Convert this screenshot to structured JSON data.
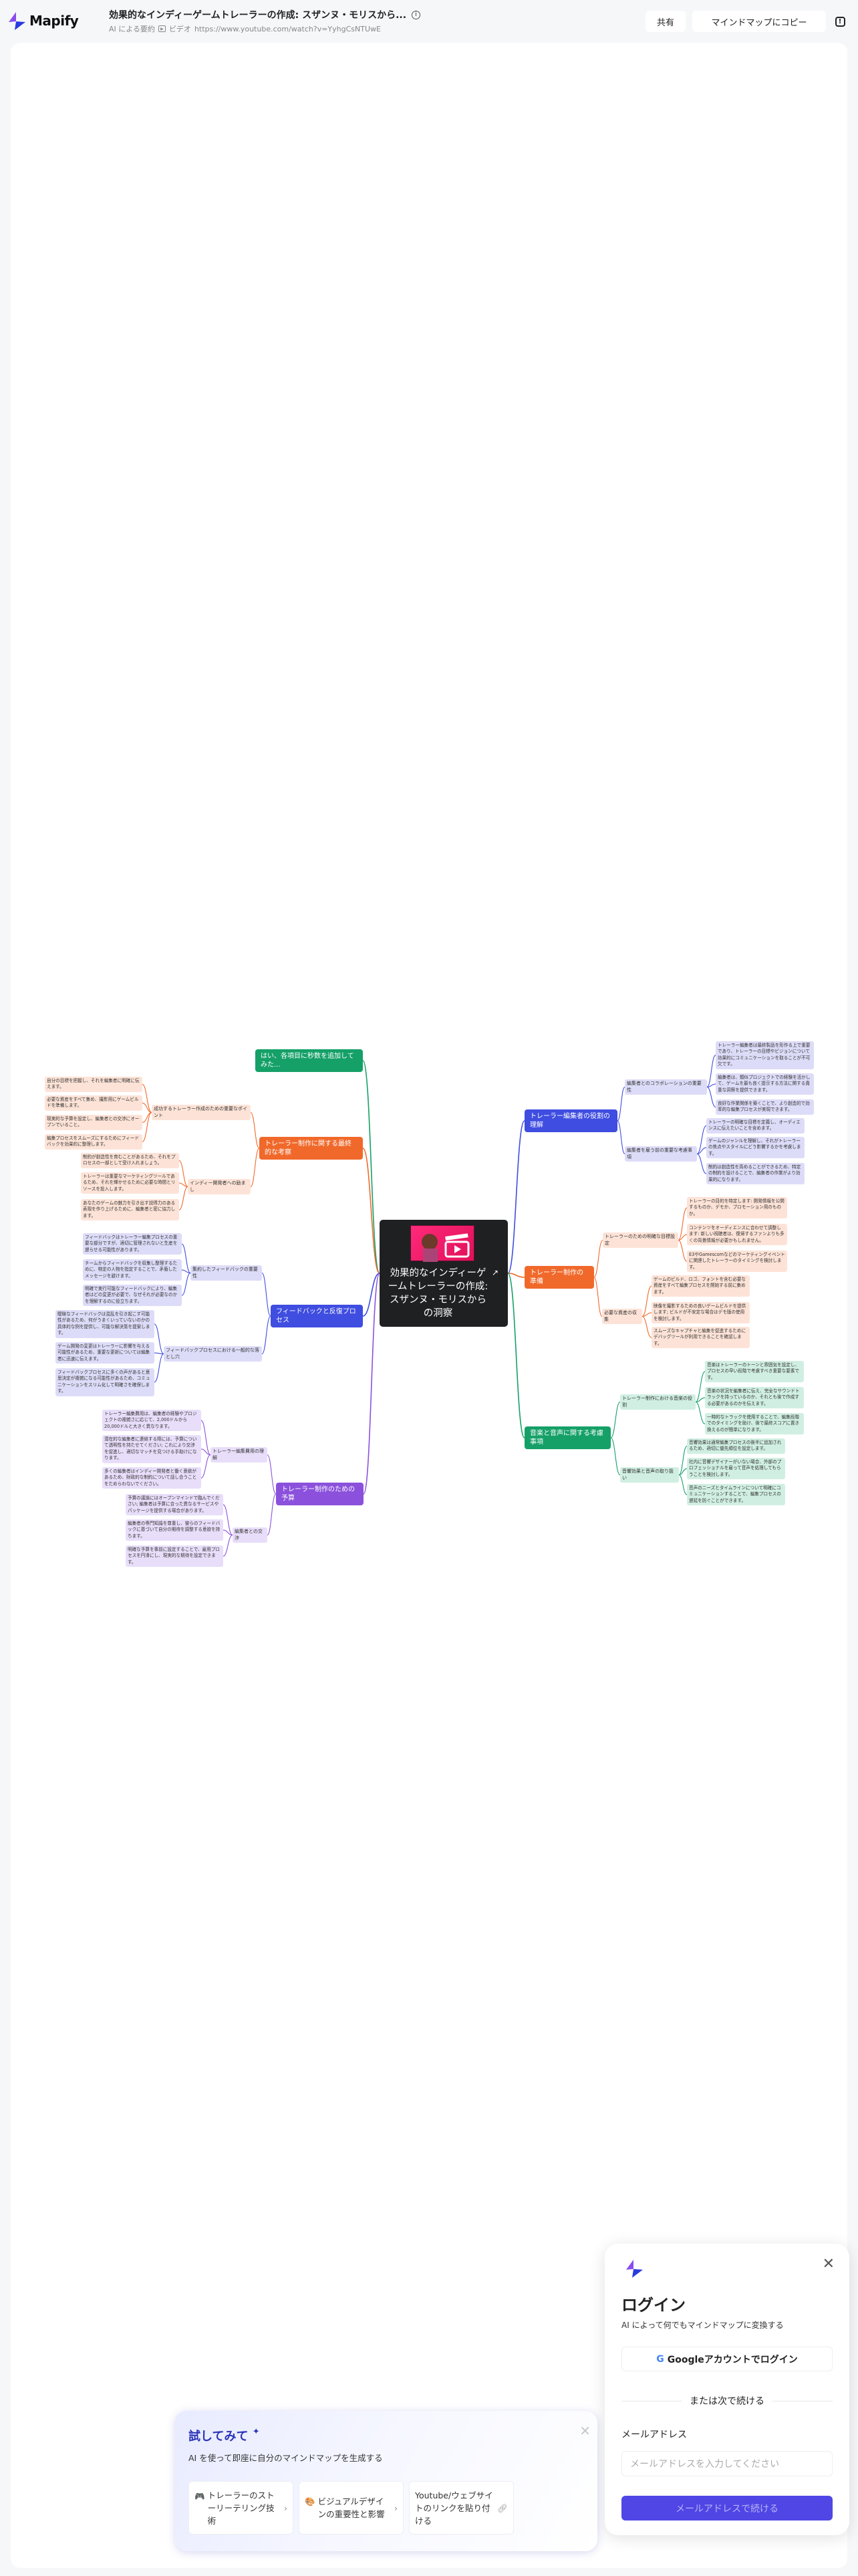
{
  "header": {
    "brand": "Mapify",
    "title": "効果的なインディーゲームトレーラーの作成: スザンヌ・モリスから...",
    "info_icon": "i",
    "summary_label": "AI による要約",
    "source_type": "ビデオ",
    "source_url": "https://www.youtube.com/watch?v=YyhgCsNTUwE",
    "share_label": "共有",
    "copy_label": "マインドマップにコピー",
    "feedback_icon": "!"
  },
  "mindmap": {
    "center": "効果的なインディーゲームトレーラーの作成: スザンヌ・モリスからの洞察",
    "colors": {
      "orange": "#f0692b",
      "blue": "#3f4de0",
      "green": "#15a068",
      "purple": "#8b51dc"
    },
    "left": [
      {
        "label": "はい、各項目に秒数を追加してみた..."
      },
      {
        "label": "トレーラー制作に関する最終的な考察",
        "subs": [
          {
            "label": "成功するトレーラー作成のための重要なポイント",
            "leaves": [
              "自分の目標を把握し、それを編集者に明確に伝えます。",
              "必要な資産をすべて集め、撮影用にゲームビルドを準備します。",
              "現実的な予算を設定し、編集者との交渉にオープンでいること。",
              "編集プロセスをスムーズにするためにフィードバックを効果的に整理します。"
            ]
          },
          {
            "label": "インディー開発者への励まし",
            "leaves": [
              "制約が創造性を育むことがあるため、それをプロセスの一部として受け入れましょう。",
              "トレーラーは重要なマーケティングツールであるため、それを輝かせるために必要な時間とリソースを投入します。",
              "あなたのゲームの魅力を引き出す説得力のある表現を作り上げるために、編集者と密に協力します。"
            ]
          }
        ]
      },
      {
        "label": "フィードバックと反復プロセス",
        "subs": [
          {
            "label": "集約したフィードバックの重要性",
            "leaves": [
              "フィードバックはトレーラー編集プロセスの重要な部分ですが、適切に管理されないと生産を遅らせる可能性があります。",
              "チームからフィードバックを収集し整理するために、特定の人物を指定することで、矛盾したメッセージを避けます。",
              "明確で実行可能なフィードバックにより、編集者はどの変更が必要で、なぜそれが必要なのかを理解するのに役立ちます。"
            ]
          },
          {
            "label": "フィードバックプロセスにおける一般的な落とし穴",
            "leaves": [
              "曖昧なフィードバックは混乱を引き起こす可能性があるため、何がうまくいっていないのかの具体的な例を提供し、可能な解決策を提案します。",
              "ゲーム開発の変更はトレーラーに影響を与える可能性があるため、重要な更新については編集者に迅速に伝えます。",
              "フィードバックプロセスに多くの声があると意思決定が複雑になる可能性があるため、コミュニケーションをスリム化して明確さを確保します。"
            ]
          }
        ]
      },
      {
        "label": "トレーラー制作のための予算",
        "subs": [
          {
            "label": "トレーラー編集費用の理解",
            "leaves": [
              "トレーラー編集費用は、編集者の経験やプロジェクトの複雑さに応じて、2,000ドルから20,000ドルと大きく異なります。",
              "潜在的な編集者に連絡する際には、予算について透明性を持たせてください; これにより交渉を促進し、適切なマッチを見つける手助けになります。",
              "多くの編集者はインディー開発者と働く意欲があるため、財政的な制約について話し合うことをためらわないでください。"
            ]
          },
          {
            "label": "編集者との交渉",
            "leaves": [
              "予算の議論にはオープンマインドで臨んでください; 編集者は予算に合った異なるサービスやパッケージを提供する場合があります。",
              "編集者の専門知識を尊重し、彼らのフィードバックに基づいて自分の期待を調整する意欲を持ちます。",
              "明確な予算を事前に設定することで、雇用プロセスを円滑にし、現実的な期待を設定できます。"
            ]
          }
        ]
      }
    ],
    "right": [
      {
        "label": "トレーラー編集者の役割の理解",
        "subs": [
          {
            "label": "編集者とのコラボレーションの重要性",
            "leaves": [
              "トレーラー編集者は最終製品を形作る上で重要であり、トレーラーの目標やビジョンについて効果的にコミュニケーションを取ることが不可欠です。",
              "編集者は、類似プロジェクトでの経験を活かして、ゲームを最も良く提示する方法に関する貴重な洞察を提供できます。",
              "良好な作業関係を築くことで、より創造的で効率的な編集プロセスが実現できます。"
            ]
          },
          {
            "label": "編集者を雇う前の重要な考慮事項",
            "leaves": [
              "トレーラーの明確な目標を定義し、オーディエンスに伝えたいことを含めます。",
              "ゲームのジャンルを理解し、それがトレーラーの焦点やスタイルにどう影響するかを考慮します。",
              "制約は創造性を高めることができるため、特定の制約を設けることで、編集者の作業がより効果的になります。"
            ]
          }
        ]
      },
      {
        "label": "トレーラー制作の準備",
        "subs": [
          {
            "label": "トレーラーのための明確な目標設定",
            "leaves": [
              "トレーラーの目的を特定します: 開発情報を公開するものか、デモか、プロモーション用のものか。",
              "コンテンツをオーディエンスに合わせて調整します: 新しい視聴者は、復帰するファンよりも多くの背景情報が必要かもしれません。",
              "E3やGamescomなどのマーケティングイベントに関連したトレーラーのタイミングを検討します。"
            ]
          },
          {
            "label": "必要な資産の収集",
            "leaves": [
              "ゲームのビルド、ロゴ、フォントを含む必要な資産をすべて編集プロセスを開始する前に集めます。",
              "映像を撮影するための良いゲームビルドを提供します; ビルドが不安定な場合はデモ版の使用を検討します。",
              "スムーズなキャプチャと編集を促進するためにデバッグツールが利用できることを確認します。"
            ]
          }
        ]
      },
      {
        "label": "音楽と音声に関する考慮事項",
        "subs": [
          {
            "label": "トレーラー制作における音楽の役割",
            "leaves": [
              "音楽はトレーラーのトーンと雰囲気を設定し、プロセスの早い段階で考慮すべき重要な要素です。",
              "音楽の状況を編集者に伝え、完全なサウンドトラックを持っているのか、それとも後で作成する必要があるのかを伝えます。",
              "一時的なトラックを使用することで、編集段階でのタイミングを助け、後で最終スコアに置き換えるのが簡単になります。"
            ]
          },
          {
            "label": "音響効果と音声の取り扱い",
            "leaves": [
              "音響効果は通常編集プロセスの後半に追加されるため、適切に優先順位を設定します。",
              "社内に音響デザイナーがいない場合、外部のプロフェッショナルを雇って音声を処理してもらうことを検討します。",
              "音声のニーズとタイムラインについて明確にコミュニケーションすることで、編集プロセスの遅延を防ぐことができます。"
            ]
          }
        ]
      }
    ]
  },
  "try_panel": {
    "title": "試してみて",
    "sparkle_icon": "✦",
    "subtitle": "AI を使って即座に自分のマインドマップを生成する",
    "cards": [
      {
        "icon": "🎮",
        "label": "トレーラーのストーリーテリング技術"
      },
      {
        "icon": "🎨",
        "label": "ビジュアルデザインの重要性と影響"
      },
      {
        "icon": "link",
        "label": "Youtube/ウェブサイトのリンクを貼り付ける"
      }
    ]
  },
  "login": {
    "title": "ログイン",
    "subtitle": "AI によって何でもマインドマップに変換する",
    "google_label": "Googleアカウントでログイン",
    "divider": "または次で続ける",
    "email_label": "メールアドレス",
    "email_placeholder": "メールアドレスを入力してください",
    "email_value": "",
    "continue_label": "メールアドレスで続ける"
  }
}
